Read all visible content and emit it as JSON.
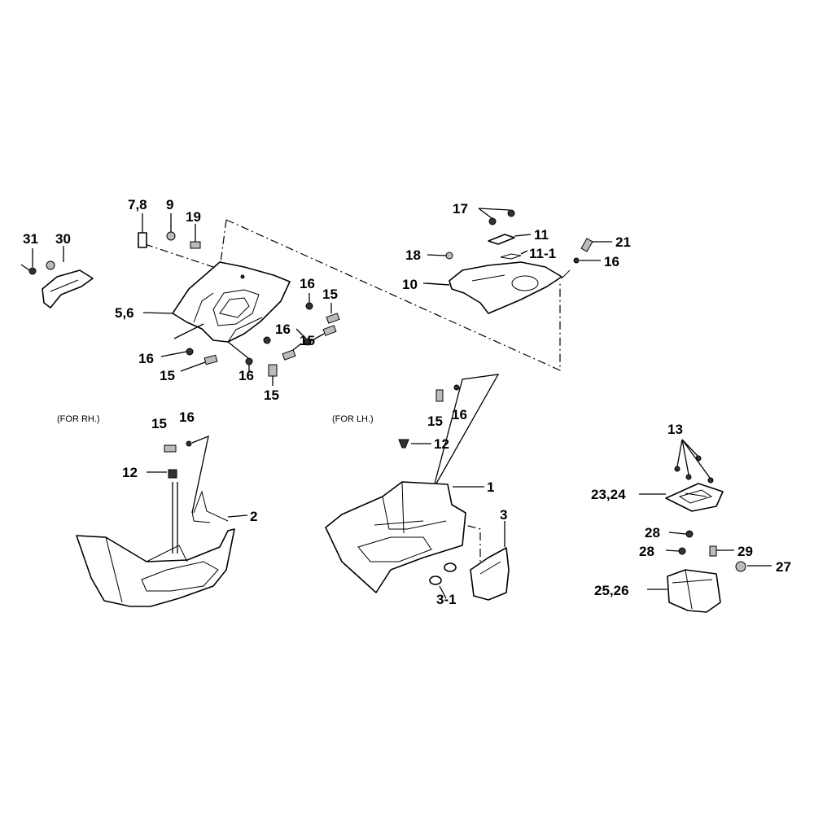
{
  "notes": {
    "rh": "(FOR RH.)",
    "lh": "(FOR LH.)"
  },
  "labels": {
    "l1": "1",
    "l2": "2",
    "l3": "3",
    "l3_1": "3-1",
    "l5_6": "5,6",
    "l7_8": "7,8",
    "l9": "9",
    "l10": "10",
    "l11": "11",
    "l11_1": "11-1",
    "l12a": "12",
    "l12b": "12",
    "l13": "13",
    "l15a": "15",
    "l15b": "15",
    "l15c": "15",
    "l15d": "15",
    "l15e": "15",
    "l15f": "15",
    "l16a": "16",
    "l16b": "16",
    "l16c": "16",
    "l16d": "16",
    "l16e": "16",
    "l16f": "16",
    "l16g": "16",
    "l17": "17",
    "l18": "18",
    "l19": "19",
    "l21": "21",
    "l23_24": "23,24",
    "l25_26": "25,26",
    "l27": "27",
    "l28a": "28",
    "l28b": "28",
    "l29": "29",
    "l30": "30",
    "l31": "31"
  }
}
